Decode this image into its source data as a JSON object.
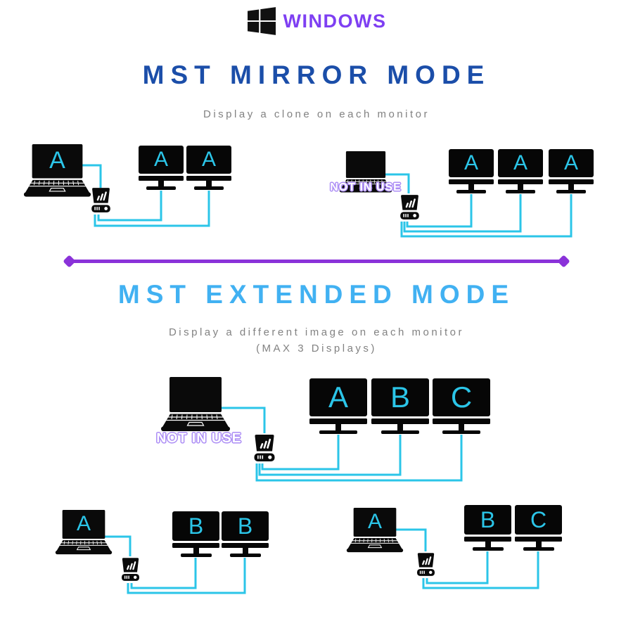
{
  "brand": {
    "name": "WINDOWS",
    "logo": "windows-logo",
    "color": "#7e3ff2"
  },
  "mirror_section": {
    "title": "MST MIRROR MODE",
    "subtitle": "Display a clone on each monitor",
    "title_color": "#1b4ea9"
  },
  "extended_section": {
    "title": "MST EXTENDED MODE",
    "subtitle_line1": "Display a different image on each monitor",
    "subtitle_line2": "(MAX 3 Displays)",
    "title_color": "#41b1f2"
  },
  "labels": {
    "not_in_use": "NOT IN USE"
  },
  "colors": {
    "cable_cyan": "#2bc5e8",
    "screen_letter_cyan": "#2bc5e8",
    "divider_purple": "#8a32d9",
    "not_in_use_purple": "#ab8cf5",
    "subtitle_gray": "#828282",
    "device_black": "#0a0a0a"
  },
  "diagrams": {
    "mirror_left": {
      "laptop_screen": "A",
      "monitors": [
        "A",
        "A"
      ]
    },
    "mirror_right": {
      "monitors": [
        "A",
        "A",
        "A"
      ]
    },
    "extended_center": {
      "monitors": [
        "A",
        "B",
        "C"
      ]
    },
    "extended_bottom_left": {
      "laptop_screen": "A",
      "monitors": [
        "B",
        "B"
      ]
    },
    "extended_bottom_right": {
      "laptop_screen": "A",
      "monitors": [
        "B",
        "C"
      ]
    }
  }
}
